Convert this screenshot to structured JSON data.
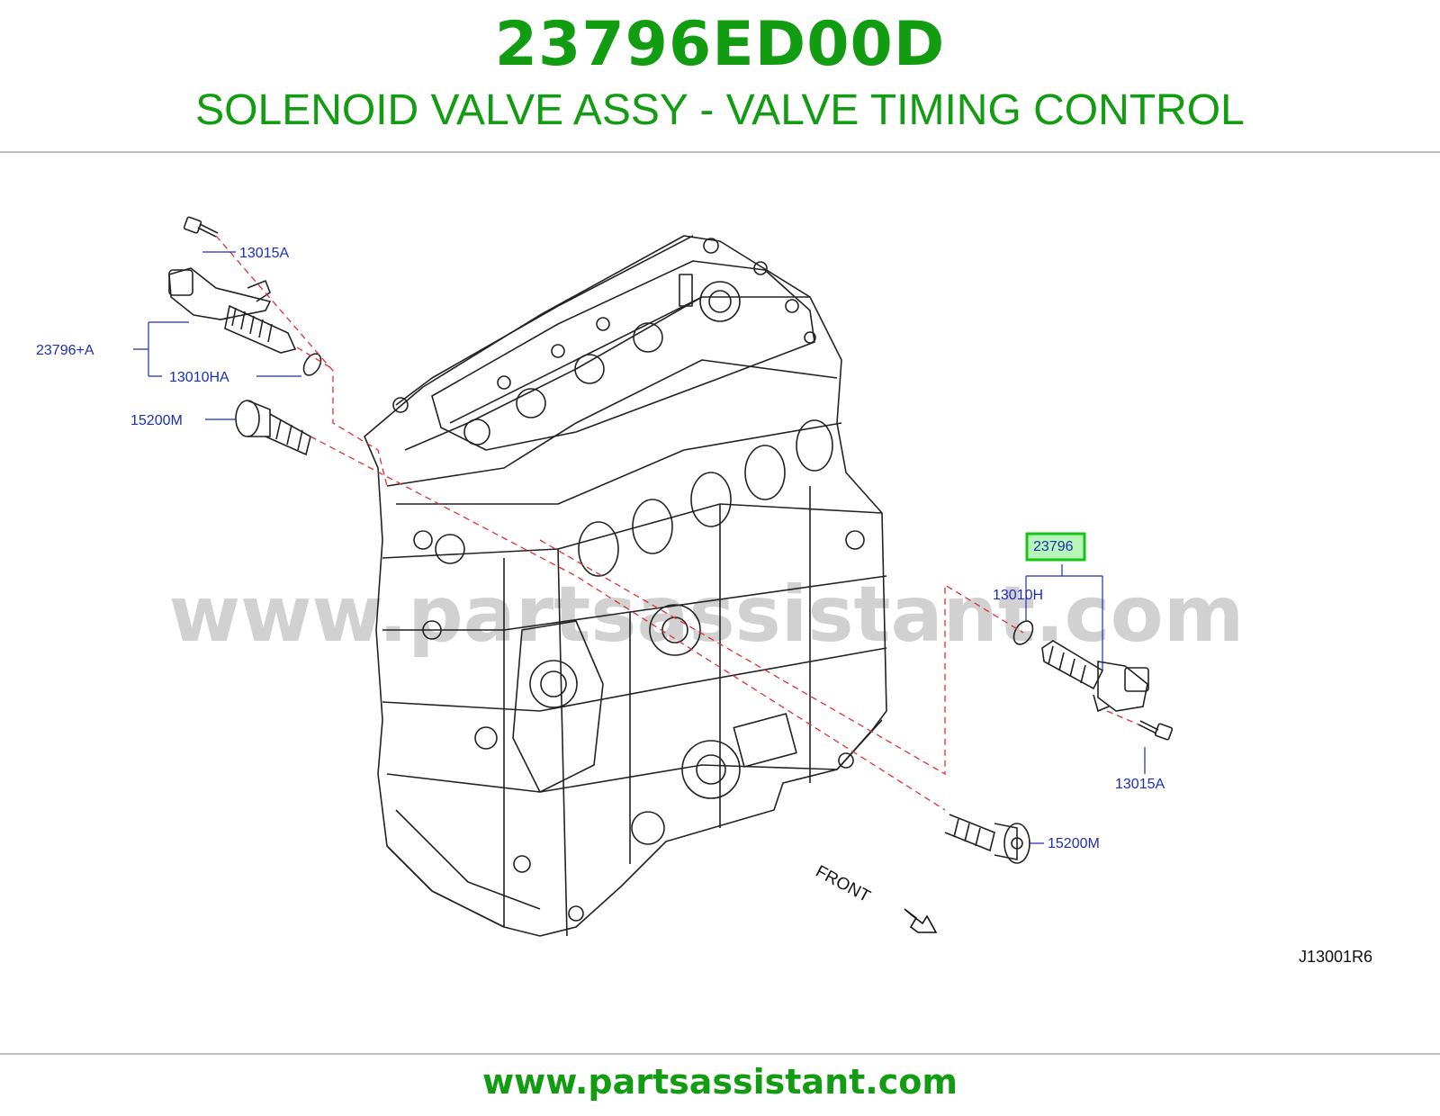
{
  "header": {
    "part_number": "23796ED00D",
    "description": "SOLENOID VALVE ASSY - VALVE TIMING CONTROL"
  },
  "diagram": {
    "watermark": "www.partsassistant.com",
    "callouts": {
      "bolt_left": "13015A",
      "solenoid_left": "23796+A",
      "oring_left": "13010HA",
      "filter_left": "15200M",
      "solenoid_right": "23796",
      "oring_right": "13010H",
      "bolt_right": "13015A",
      "filter_right": "15200M"
    },
    "front_label": "FRONT",
    "figure_code": "J13001R6",
    "highlight_color": "#16c416"
  },
  "footer": {
    "url": "www.partsassistant.com"
  },
  "colors": {
    "brand_green": "#129c12",
    "callout_blue": "#1a2fb8",
    "leader_red": "#e03030"
  }
}
